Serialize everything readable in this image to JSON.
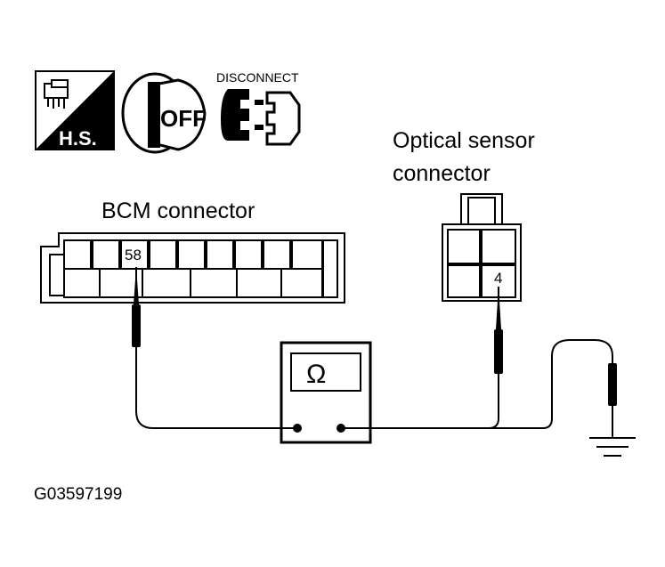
{
  "icons": {
    "hs_label": "H.S.",
    "ignition_label": "OFF",
    "disconnect_label": "DISCONNECT"
  },
  "labels": {
    "bcm_connector": "BCM connector",
    "optical_sensor_line1": "Optical sensor",
    "optical_sensor_line2": "connector",
    "bcm_pin": "58",
    "sensor_pin": "4",
    "ohmmeter_symbol": "Ω",
    "figure_code": "G03597199"
  }
}
